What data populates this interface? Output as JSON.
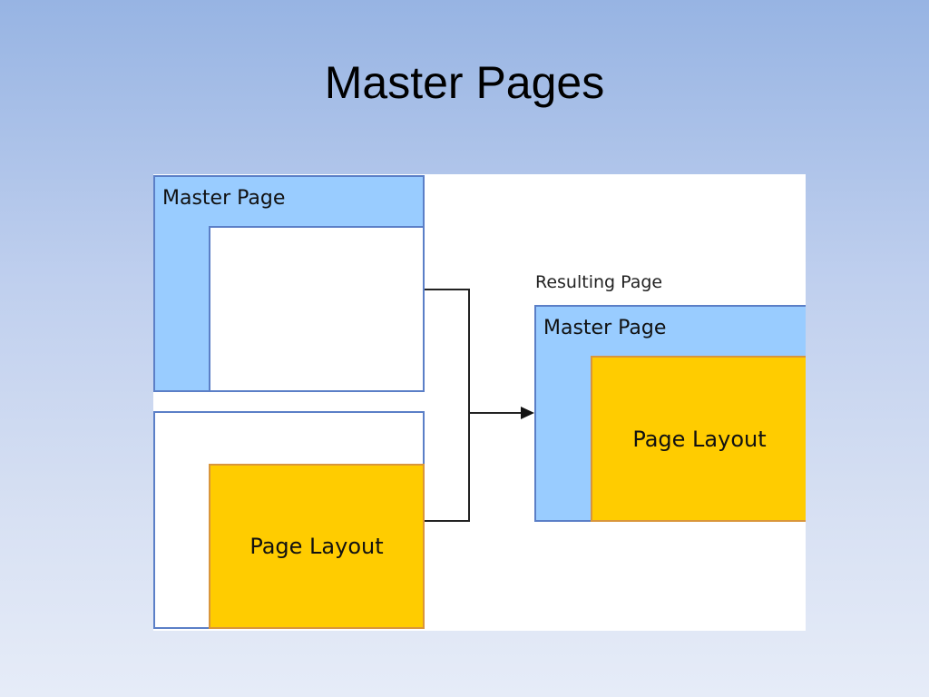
{
  "slide": {
    "title": "Master Pages"
  },
  "diagram": {
    "master_page_label": "Master Page",
    "page_layout_label": "Page Layout",
    "resulting_page_label": "Resulting Page",
    "result_master_label": "Master Page",
    "result_layout_label": "Page Layout"
  },
  "colors": {
    "master_blue": "#99ccff",
    "layout_yellow": "#ffcc00",
    "border_blue": "#5b7fc7"
  }
}
